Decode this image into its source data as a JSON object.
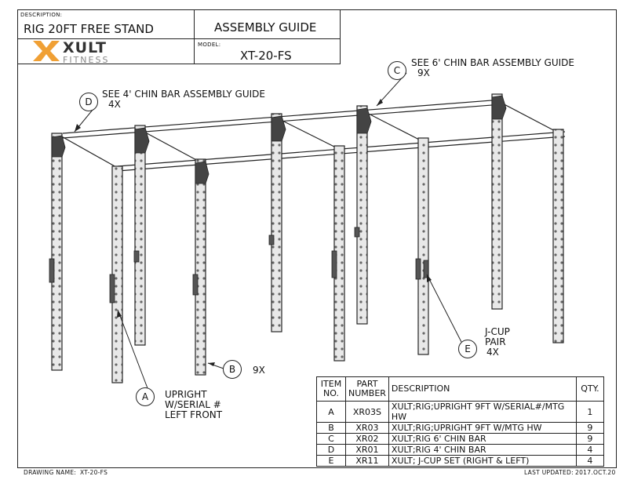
{
  "title_block": {
    "description_label": "DESCRIPTION:",
    "description": "RIG 20FT FREE STAND",
    "guide": "ASSEMBLY GUIDE",
    "model_label": "MODEL:",
    "model": "XT-20-FS"
  },
  "logo": {
    "brand": "XULT",
    "sub": "FITNESS",
    "accent": "#f0a035"
  },
  "callouts": {
    "c_text": "SEE 6' CHIN BAR ASSEMBLY GUIDE",
    "c_qty": "9X",
    "d_text": "SEE 4' CHIN BAR ASSEMBLY GUIDE",
    "d_qty": "4X",
    "b_qty": "9X",
    "a_line1": "UPRIGHT",
    "a_line2": "W/SERIAL #",
    "a_line3": "LEFT FRONT",
    "e_line1": "J-CUP",
    "e_line2": "PAIR",
    "e_qty": "4X"
  },
  "balloons": {
    "a": "A",
    "b": "B",
    "c": "C",
    "d": "D",
    "e": "E"
  },
  "bom": {
    "headers": {
      "item1": "ITEM",
      "item2": "NO.",
      "part1": "PART",
      "part2": "NUMBER",
      "desc": "DESCRIPTION",
      "qty": "QTY."
    },
    "rows": [
      {
        "item": "A",
        "part": "XR03S",
        "desc": "XULT;RIG;UPRIGHT 9FT W/SERIAL#/MTG HW",
        "qty": "1"
      },
      {
        "item": "B",
        "part": "XR03",
        "desc": "XULT;RIG;UPRIGHT 9FT W/MTG HW",
        "qty": "9"
      },
      {
        "item": "C",
        "part": "XR02",
        "desc": "XULT;RIG 6' CHIN BAR",
        "qty": "9"
      },
      {
        "item": "D",
        "part": "XR01",
        "desc": "XULT;RIG 4' CHIN BAR",
        "qty": "4"
      },
      {
        "item": "E",
        "part": "XR11",
        "desc": "XULT; J-CUP SET (RIGHT & LEFT)",
        "qty": "4"
      }
    ]
  },
  "footer": {
    "drawing_label": "DRAWING NAME:",
    "drawing_name": "XT-20-FS",
    "updated_label": "LAST UPDATED:",
    "updated": "2017.OCT.20"
  }
}
